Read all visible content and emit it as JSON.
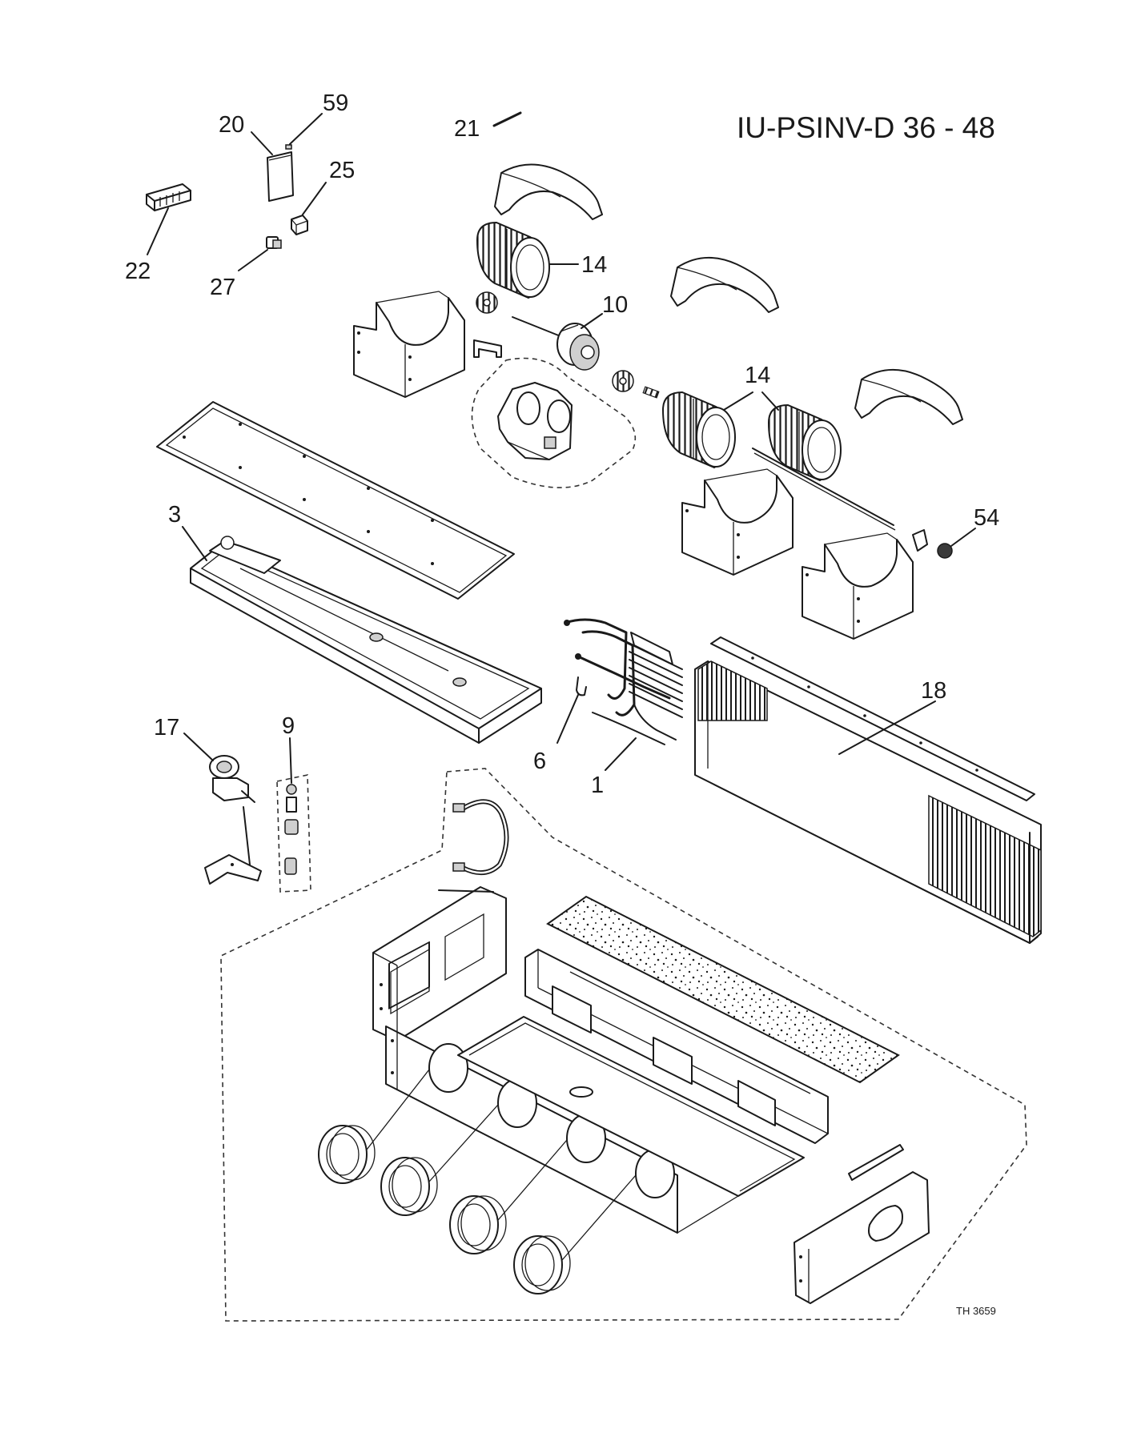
{
  "title": "IU-PSINV-D 36 - 48",
  "drawing_number": "TH 3659",
  "callouts": {
    "c20": "20",
    "c59": "59",
    "c21": "21",
    "c25": "25",
    "c22": "22",
    "c27": "27",
    "c14a": "14",
    "c10": "10",
    "c14b": "14",
    "c3": "3",
    "c54": "54",
    "c18": "18",
    "c17": "17",
    "c9": "9",
    "c6": "6",
    "c1": "1"
  }
}
